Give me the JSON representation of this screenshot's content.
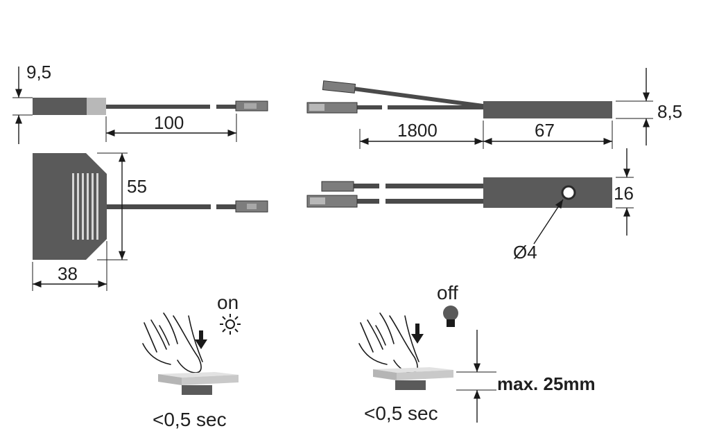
{
  "dimensions": {
    "height_side": "9,5",
    "cable_length_left": "100",
    "width_front": "55",
    "depth_front": "38",
    "cable_length_right": "1800",
    "sensor_length": "67",
    "sensor_height": "8,5",
    "sensor_width": "16",
    "hole_diameter": "Ø4"
  },
  "operation": {
    "on_label": "on",
    "off_label": "off",
    "press_time_on": "<0,5 sec",
    "press_time_off": "<0,5 sec",
    "max_distance": "max. 25mm"
  },
  "colors": {
    "body": "#5a5a5a",
    "cable": "#4a4a4a",
    "connector": "#8c8c8c",
    "pad_light": "#c9c9c9",
    "line": "#1a1a1a"
  }
}
